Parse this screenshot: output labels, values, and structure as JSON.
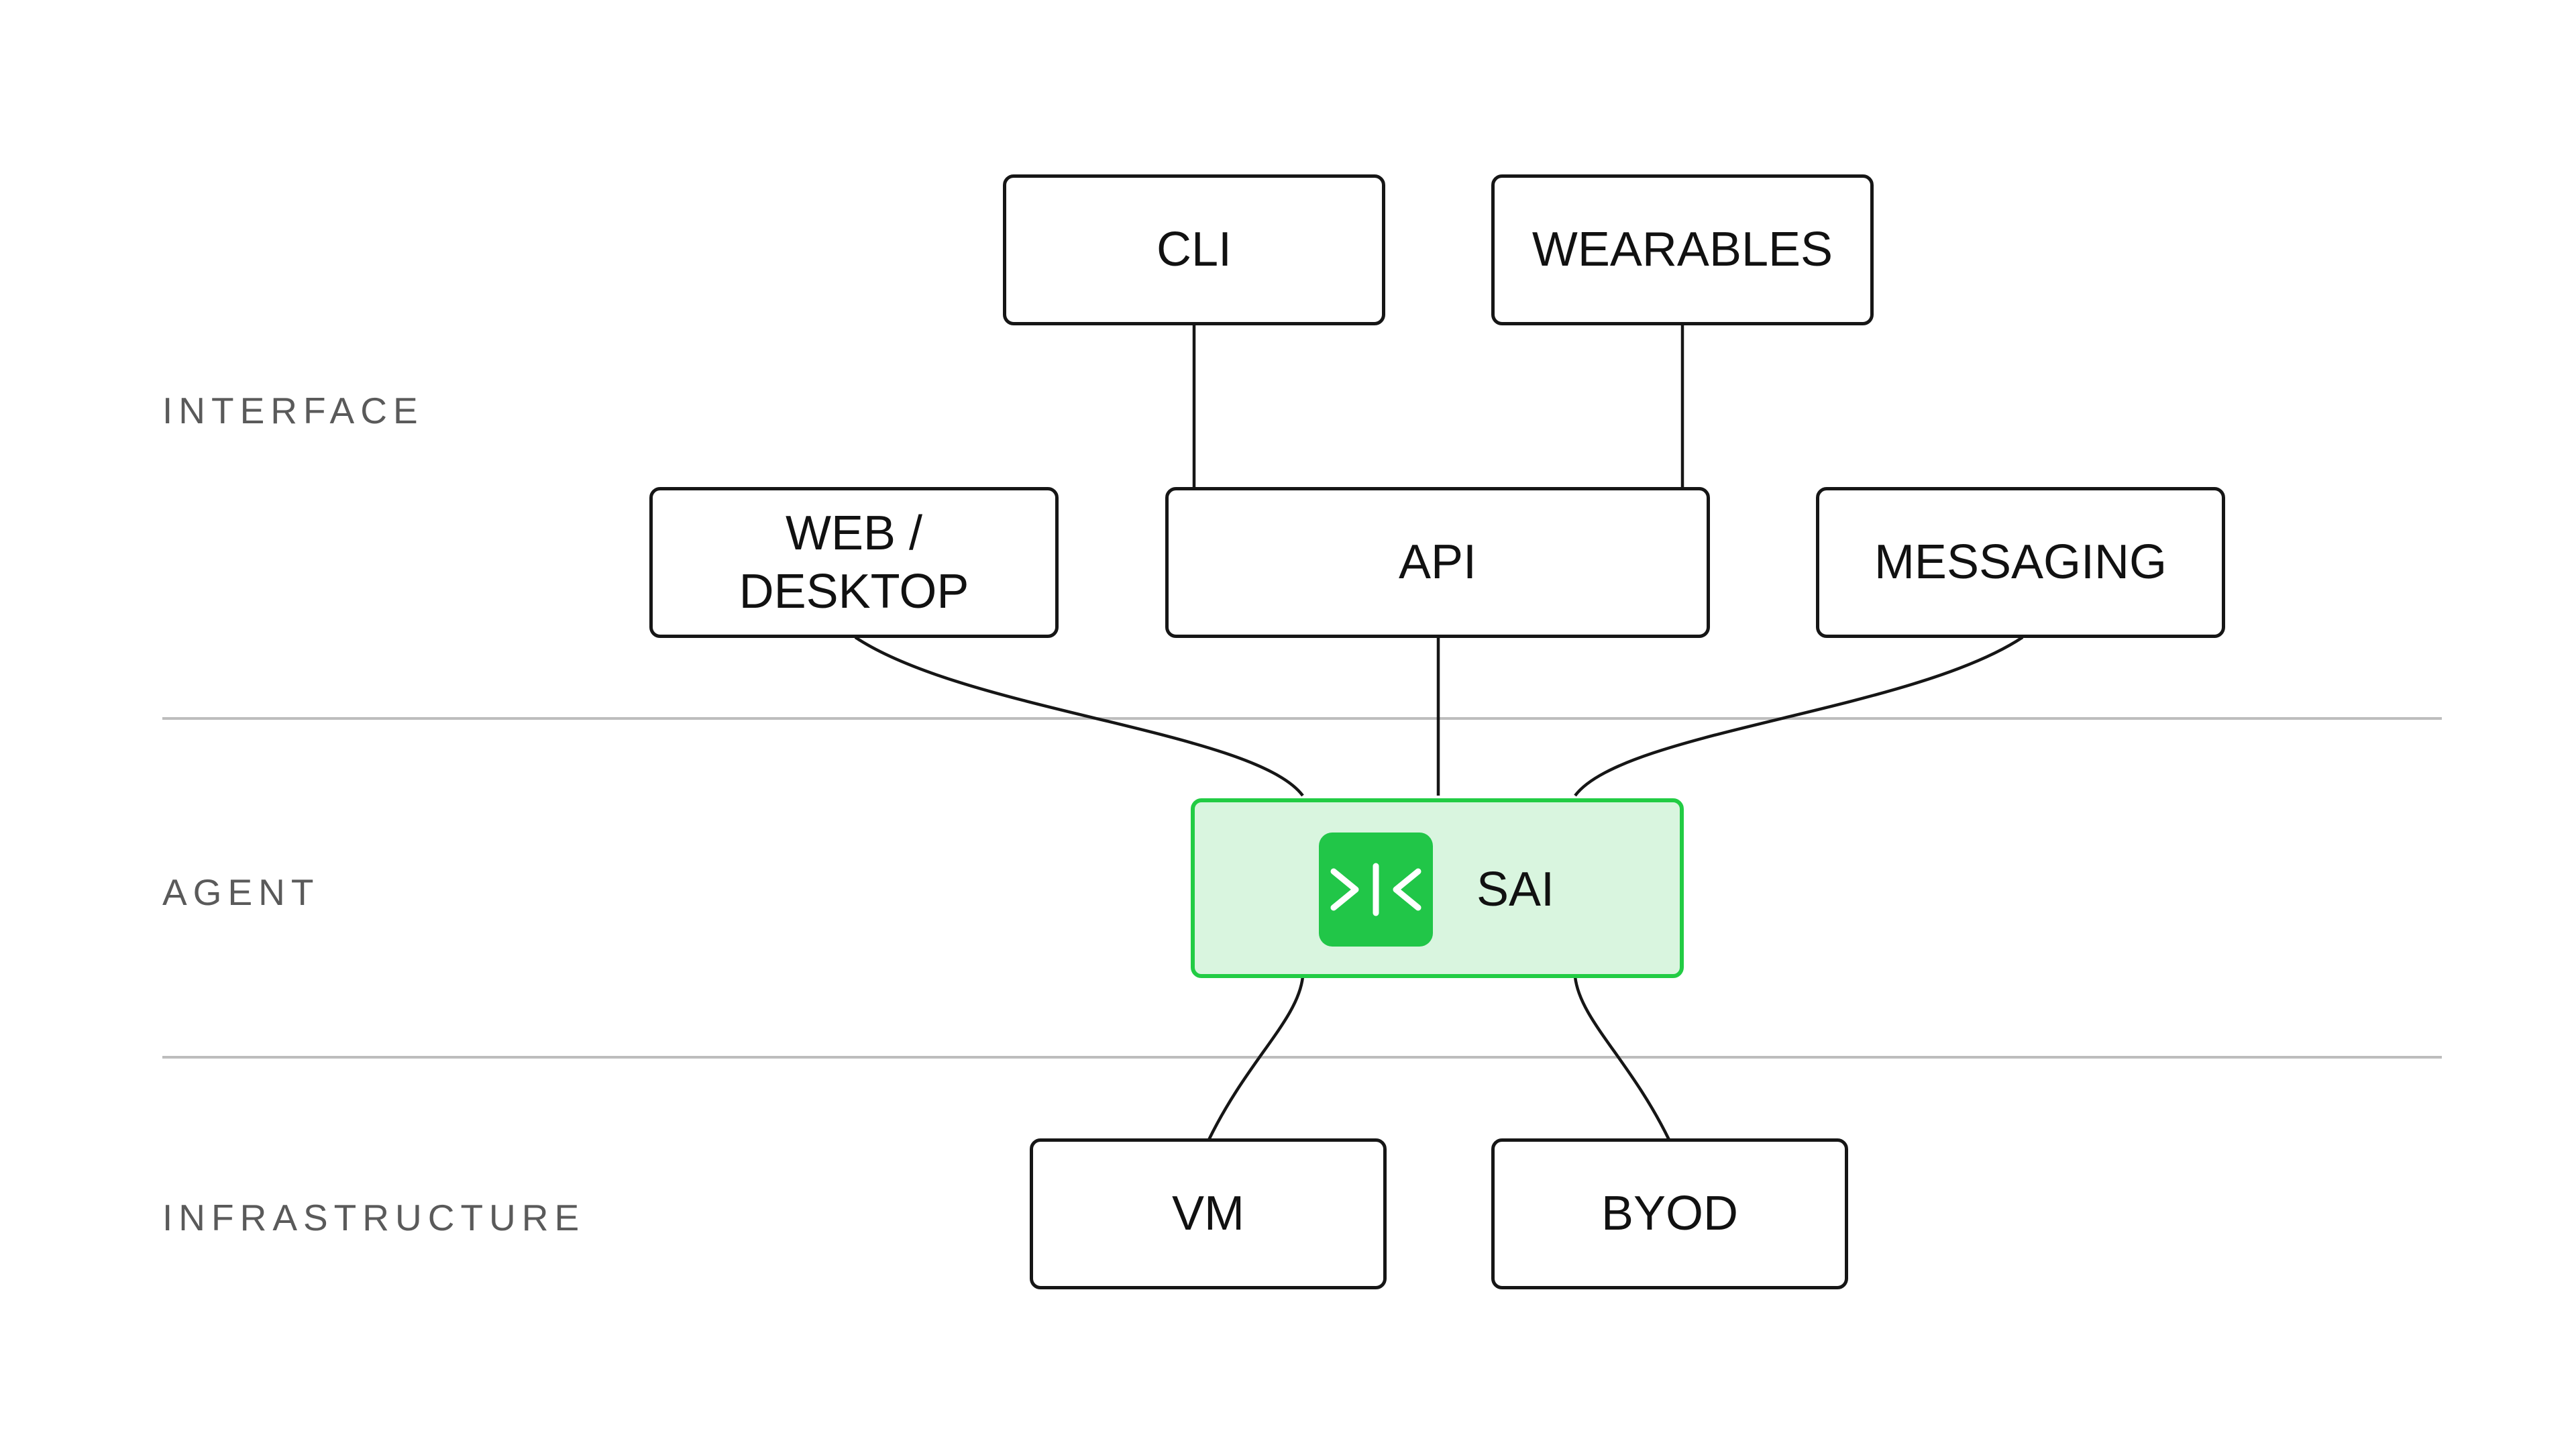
{
  "layers": {
    "interface": "INTERFACE",
    "agent": "AGENT",
    "infrastructure": "INFRASTRUCTURE"
  },
  "nodes": {
    "cli": "CLI",
    "wearables": "WEARABLES",
    "web_desktop": "WEB /\nDESKTOP",
    "api": "API",
    "messaging": "MESSAGING",
    "agent": "SAI",
    "vm": "VM",
    "byod": "BYOD"
  },
  "agent_logo_icon": "agent-logo-icon",
  "colors": {
    "node_border": "#161616",
    "agent_border": "#22cc44",
    "agent_fill": "#d9f5df",
    "agent_logo": "#21c648",
    "divider": "#bdbdbd",
    "layer_label": "#5a5a5a"
  }
}
